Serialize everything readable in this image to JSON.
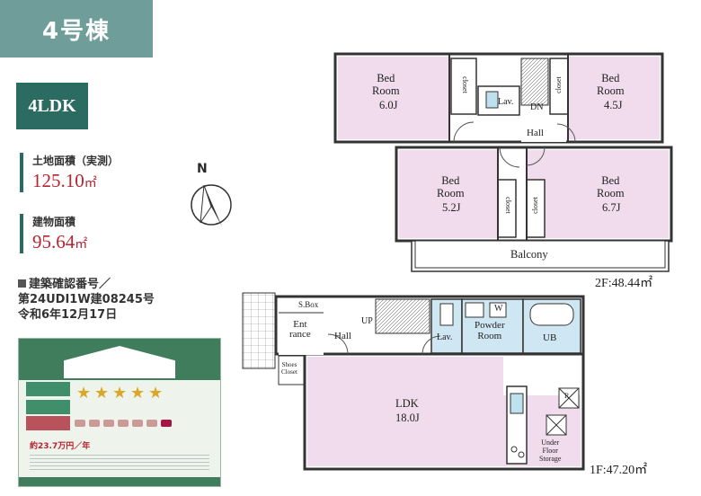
{
  "building": {
    "name": "4号棟",
    "layout": "4LDK"
  },
  "areas": {
    "land": {
      "label": "土地面積（実測）",
      "value": "125.10",
      "unit": "㎡"
    },
    "building": {
      "label": "建物面積",
      "value": "95.64",
      "unit": "㎡"
    }
  },
  "permit": {
    "line1": "建築確認番号／",
    "line2": "第24UDI1W建08245号",
    "line3": "令和6年12月17日"
  },
  "energy_label": {
    "stars": 5,
    "cost": "約23.7万円／年"
  },
  "compass": {
    "label": "N"
  },
  "floor2": {
    "area": "2F:48.44㎡",
    "rooms": {
      "bed1": {
        "name": "Bed\nRoom",
        "size": "6.0J"
      },
      "bed2": {
        "name": "Bed\nRoom",
        "size": "4.5J"
      },
      "bed3": {
        "name": "Bed\nRoom",
        "size": "5.2J"
      },
      "bed4": {
        "name": "Bed\nRoom",
        "size": "6.7J"
      },
      "lav": "Lav.",
      "dn": "DN",
      "hall": "Hall",
      "balcony": "Balcony",
      "closet": "closet"
    }
  },
  "floor1": {
    "area": "1F:47.20㎡",
    "rooms": {
      "sbox": "S.Box",
      "entrance": "Ent\nrance",
      "up": "UP",
      "hall": "Hall",
      "lav": "Lav.",
      "powder": "Powder\nRoom",
      "w": "W",
      "ub": "UB",
      "shoes": "Shoes\nCloset",
      "ldk": {
        "name": "LDK",
        "size": "18.0J"
      },
      "storage": "Under\nFloor\nStorage",
      "r": "R"
    }
  }
}
